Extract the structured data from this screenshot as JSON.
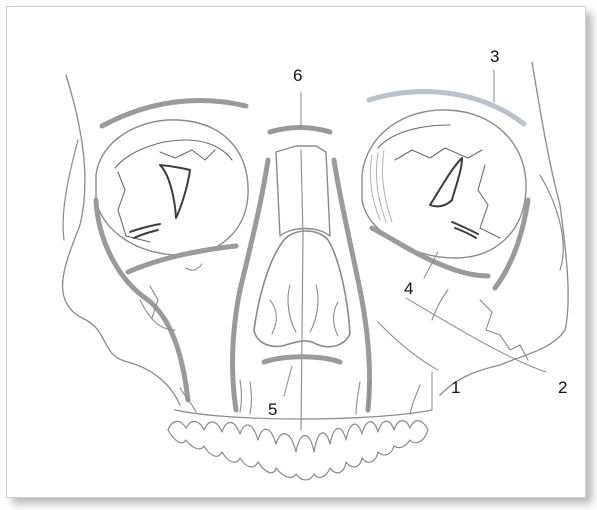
{
  "labels": [
    "1",
    "2",
    "3",
    "4",
    "5",
    "6"
  ],
  "colors": {
    "line": "#8a8a8a",
    "thick": "#9a9a9a",
    "dark": "#3c3c3c",
    "label": "#111111"
  }
}
